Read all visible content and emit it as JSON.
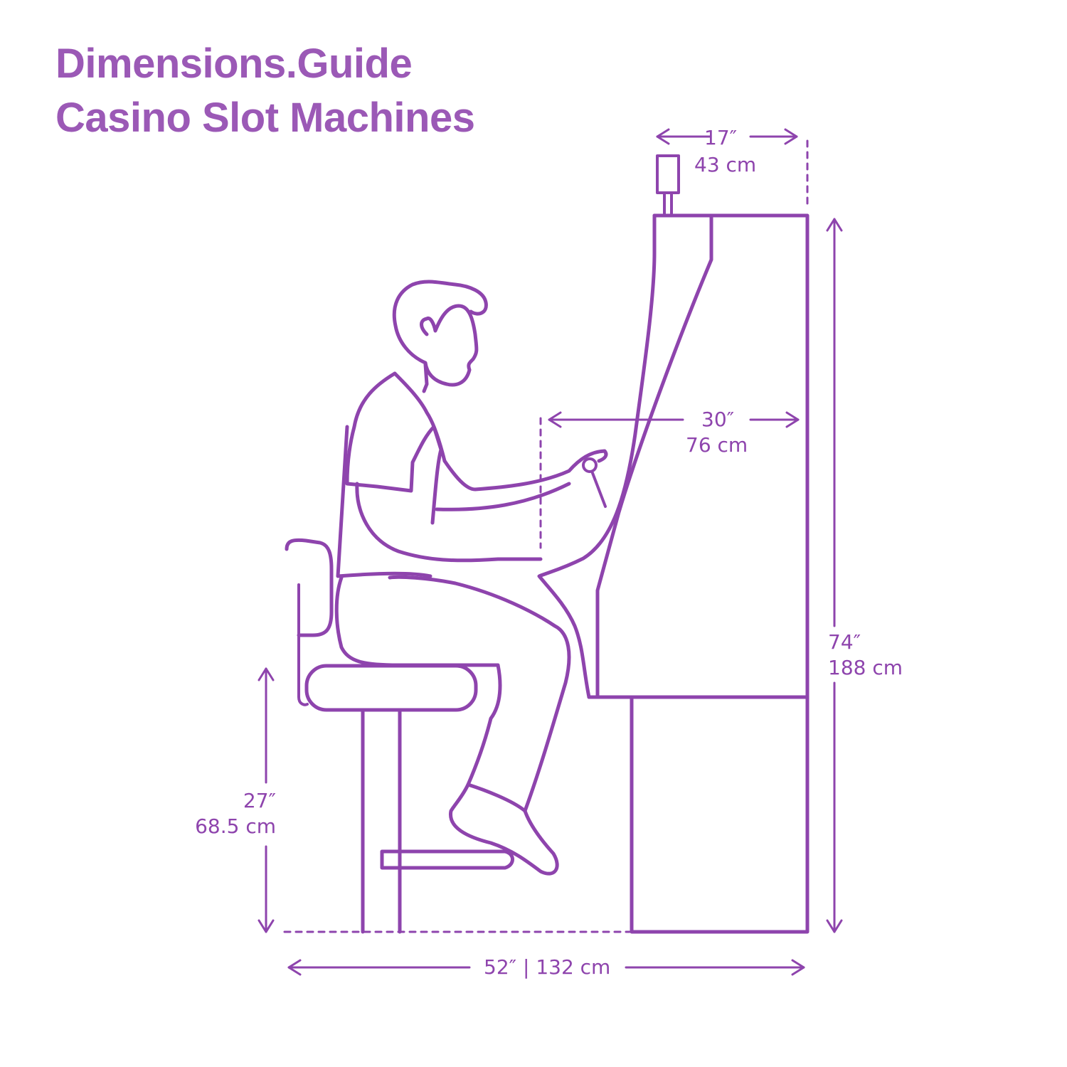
{
  "header": {
    "brand": "Dimensions.Guide",
    "subject": "Casino Slot Machines"
  },
  "dimensions": {
    "top_width": {
      "imperial": "17″",
      "metric": "43 cm"
    },
    "reach_depth": {
      "imperial": "30″",
      "metric": "76 cm"
    },
    "machine_height": {
      "imperial": "74″",
      "metric": "188 cm"
    },
    "seat_height": {
      "imperial": "27″",
      "metric": "68.5 cm"
    },
    "overall_depth": {
      "label": "52″ | 132 cm"
    }
  },
  "colors": {
    "line": "#8e44ad",
    "title": "#9b59b6",
    "background": "#ffffff"
  }
}
